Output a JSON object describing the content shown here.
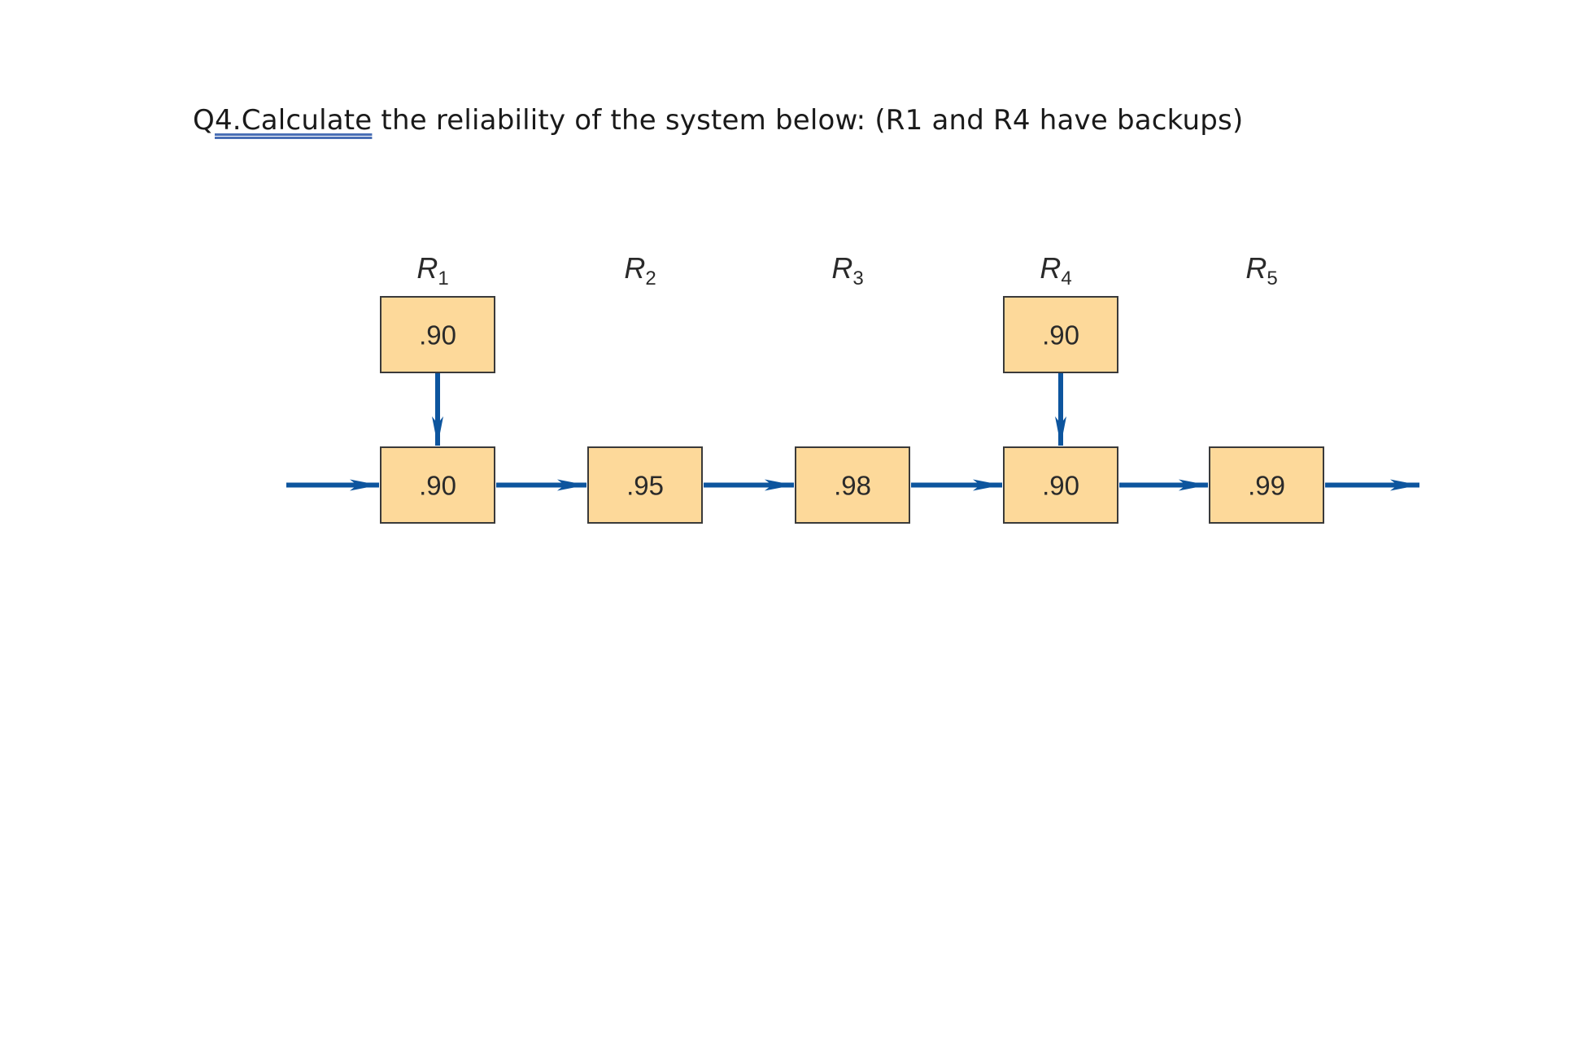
{
  "question": {
    "prefix": "Q",
    "link_text": "4.Calculate",
    "rest": " the reliability of the system below: (R1 and R4 have backups)"
  },
  "diagram": {
    "components": [
      {
        "letter": "R",
        "sub": "1",
        "main": ".90",
        "backup": ".90"
      },
      {
        "letter": "R",
        "sub": "2",
        "main": ".95"
      },
      {
        "letter": "R",
        "sub": "3",
        "main": ".98"
      },
      {
        "letter": "R",
        "sub": "4",
        "main": ".90",
        "backup": ".90"
      },
      {
        "letter": "R",
        "sub": "5",
        "main": ".99"
      }
    ],
    "colors": {
      "box_fill": "#fdd99a",
      "box_stroke": "#3a3a3a",
      "arrow": "#0d559e"
    }
  }
}
